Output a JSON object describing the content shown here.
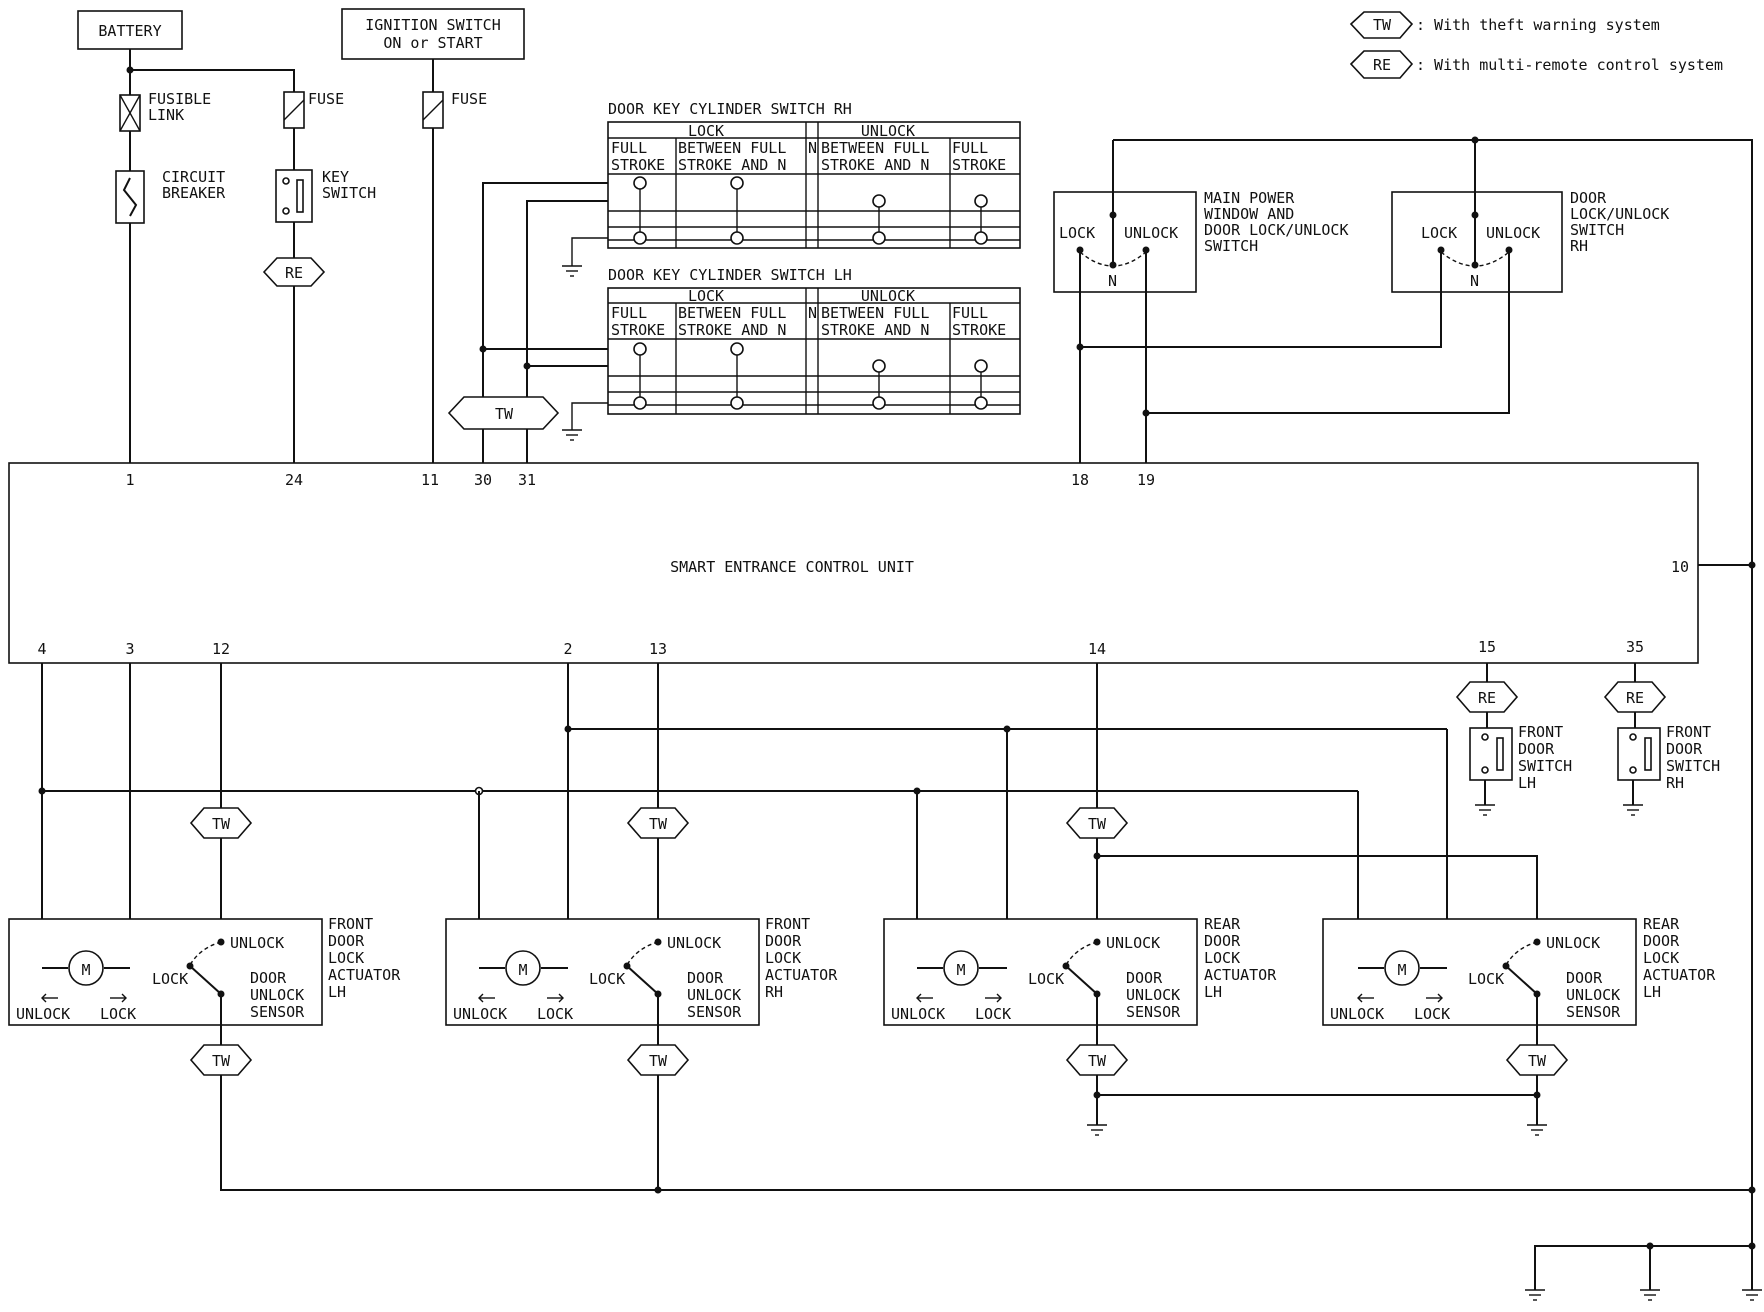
{
  "legend": {
    "tw_tag": "TW",
    "tw_text": ": With theft warning system",
    "re_tag": "RE",
    "re_text": ": With multi-remote control system"
  },
  "power": {
    "battery": "BATTERY",
    "ignition_line1": "IGNITION SWITCH",
    "ignition_line2": "ON or START",
    "fusible_link_1": "FUSIBLE",
    "fusible_link_2": "LINK",
    "fuse_a": "FUSE",
    "fuse_b": "FUSE",
    "circuit_breaker_1": "CIRCUIT",
    "circuit_breaker_2": "BREAKER",
    "key_switch_1": "KEY",
    "key_switch_2": "SWITCH"
  },
  "tags": {
    "tw": "TW",
    "re": "RE"
  },
  "key_cylinder": {
    "rh_title": "DOOR KEY CYLINDER SWITCH RH",
    "lh_title": "DOOR KEY CYLINDER SWITCH LH",
    "lock": "LOCK",
    "unlock": "UNLOCK",
    "full": "FULL",
    "stroke": "STROKE",
    "between_full": "BETWEEN FULL",
    "stroke_and_n": "STROKE AND N",
    "n": "N"
  },
  "control_unit": {
    "name": "SMART ENTRANCE CONTROL UNIT",
    "pins": {
      "p1": "1",
      "p24": "24",
      "p11": "11",
      "p30": "30",
      "p31": "31",
      "p18": "18",
      "p19": "19",
      "p10": "10",
      "p4": "4",
      "p3": "3",
      "p12": "12",
      "p2": "2",
      "p13": "13",
      "p14": "14",
      "p15": "15",
      "p35": "35"
    }
  },
  "switches": {
    "main_pw_1": "MAIN POWER",
    "main_pw_2": "WINDOW AND",
    "main_pw_3": "DOOR LOCK/UNLOCK",
    "main_pw_4": "SWITCH",
    "door_lu_1": "DOOR",
    "door_lu_2": "LOCK/UNLOCK",
    "door_lu_3": "SWITCH",
    "door_lu_4": "RH",
    "lock": "LOCK",
    "unlock": "UNLOCK",
    "n": "N"
  },
  "door_switches": {
    "front": "FRONT",
    "door": "DOOR",
    "switch": "SWITCH",
    "lh": "LH",
    "rh": "RH"
  },
  "actuators": [
    {
      "l1": "FRONT",
      "l2": "DOOR",
      "l3": "LOCK",
      "l4": "ACTUATOR",
      "l5": "LH"
    },
    {
      "l1": "FRONT",
      "l2": "DOOR",
      "l3": "LOCK",
      "l4": "ACTUATOR",
      "l5": "RH"
    },
    {
      "l1": "REAR",
      "l2": "DOOR",
      "l3": "LOCK",
      "l4": "ACTUATOR",
      "l5": "LH"
    },
    {
      "l1": "REAR",
      "l2": "DOOR",
      "l3": "LOCK",
      "l4": "ACTUATOR",
      "l5": "LH"
    }
  ],
  "actuator_common": {
    "motor": "M",
    "unlock": "UNLOCK",
    "lock": "LOCK",
    "sensor_1": "DOOR",
    "sensor_2": "UNLOCK",
    "sensor_3": "SENSOR"
  }
}
